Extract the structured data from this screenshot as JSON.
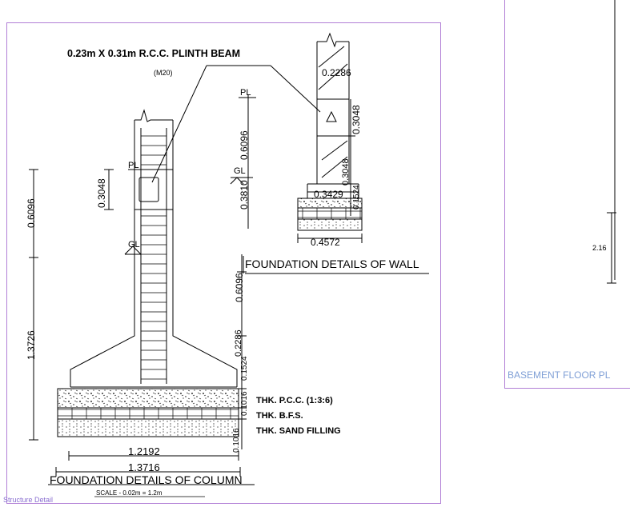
{
  "colors": {
    "frame": "#b27fd6",
    "plan_title": "#7f9fd6",
    "sheet_label": "#8a6fd1",
    "ink": "#000000"
  },
  "sheet": {
    "label": "Structure Detail"
  },
  "beam": {
    "title": "0.23m  X  0.31m  R.C.C.  PLINTH  BEAM",
    "grade": "(M20)"
  },
  "column": {
    "title": "FOUNDATION DETAILS OF COLUMN",
    "scale": "SCALE - 0.02m = 1.2m",
    "pl": "PL",
    "gl": "GL",
    "dims": {
      "beam_depth": "0.3048",
      "upper_height": "0.6096",
      "lower_height": "1.3726",
      "pedestal": "0.6096",
      "footing": "0.2286",
      "base_top": "0.1524",
      "base_mid": "0.1016",
      "base_bot": "0.1016",
      "width_inner": "1.2192",
      "width_outer": "1.3716"
    },
    "notes": [
      "THK.  P.C.C.  (1:3:6)",
      "THK.  B.F.S.",
      "THK.  SAND  FILLING"
    ]
  },
  "wall": {
    "title": "FOUNDATION DETAILS OF WALL",
    "pl": "PL",
    "gl": "GL",
    "dims": {
      "wall_thk": "0.2286",
      "beam": "0.3048",
      "above_gl": "0.6096",
      "below_gl": "0.3810",
      "mid": "0.3048",
      "step": "0.1524",
      "offset_width": "0.3429",
      "base_width": "0.4572"
    }
  },
  "plan": {
    "title": "BASEMENT FLOOR PL",
    "dim": "2.16"
  }
}
